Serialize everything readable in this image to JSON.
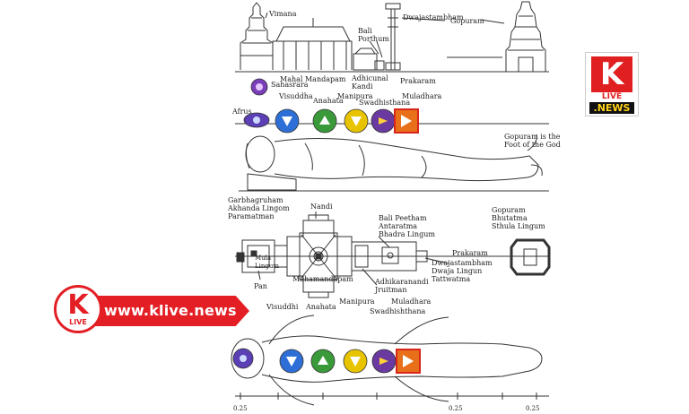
{
  "temple_top": {
    "vimana": "Vimana",
    "bali_porthum": "Bali\nPorthum",
    "dwajastambham": "Dwajastambham",
    "gopuram": "Gopuram",
    "sahasrara": "Sahasrara",
    "mahal_mandapam": "Mahal Mandapam",
    "adhicunal_kandi": "Adhicunal\nKandi",
    "prakaram": "Prakaram"
  },
  "chakras_top": {
    "afrus": "Afrus",
    "visuddha": "Visuddha",
    "anahata": "Anahata",
    "manipura": "Manipura",
    "swadhisthana": "Swadhisthana",
    "muladhara": "Muladhara"
  },
  "gopuram_note": "Gopuram is the\nFoot of the God",
  "plan": {
    "garbhagruham": "Garbhagruham\nAkhanda Lingom\nParamatman",
    "nandi": "Nandi",
    "bali_peetham": "Bali Peetham\nAntaratma\nBhadra Lingum",
    "gopuram_right": "Gopuram\nBhutatma\nSthula Lingum",
    "prakaram": "Prakaram",
    "mula_lingum": "Mula\nLingum",
    "dwajastambham": "Dwajastambham\nDwaja Lingun\nTattwatma",
    "mahamandapam": "Mahamandapam",
    "adhikaranandi": "Adhikaranandi\nJruitman",
    "pan": "Pan"
  },
  "chakras_bottom": {
    "visuddhi": "Visuddhi",
    "anahata": "Anahata",
    "manipura": "Manipura",
    "swadhishthana": "Swadhishthana",
    "muladhara": "Muladhara"
  },
  "ruler": {
    "left": "0.25",
    "mid": "0.25",
    "right": "0.25"
  },
  "logo_top": {
    "letter": "K",
    "live": "LIVE",
    "news": ".NEWS"
  },
  "banner": {
    "url": "www.klive.news",
    "letter": "K",
    "live": "LIVE"
  },
  "colors": {
    "violet": "#5b3fb5",
    "blue": "#2d6fd6",
    "green": "#3a9a3a",
    "yellow": "#e8c400",
    "purple": "#6a3aa0",
    "orange": "#e8701a",
    "red": "#d8261c",
    "brand_red": "#e31e24"
  }
}
